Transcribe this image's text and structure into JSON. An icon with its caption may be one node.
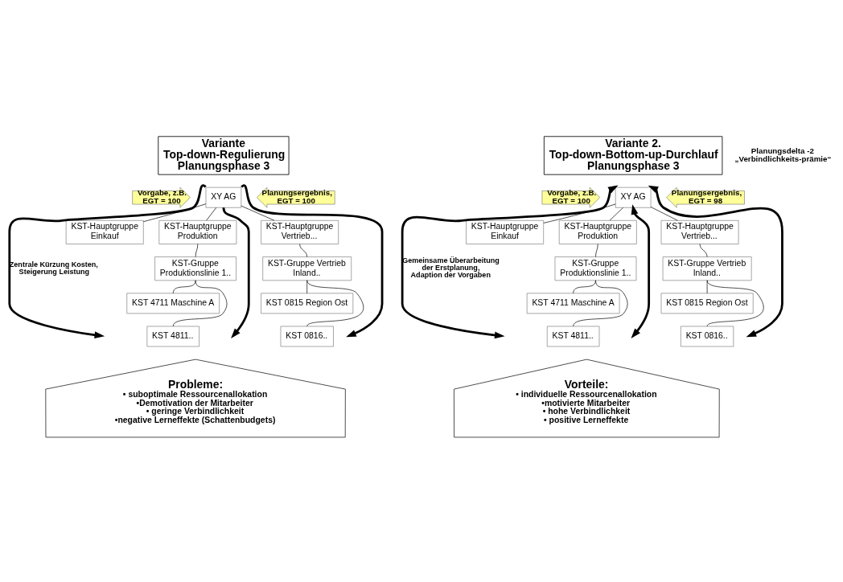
{
  "diagram": {
    "nodes": [
      {
        "text": [
          "Variante Top-down-Regulierung Planungsphase 3"
        ]
      },
      {
        "text": [
          "Vorgabe, z.B. EGT = 100"
        ]
      },
      {
        "text": [
          "XY AG"
        ]
      },
      {
        "text": [
          "Planungsergebnis, EGT = 100"
        ]
      },
      {
        "text": [
          "KST-Hauptgruppe Einkauf"
        ]
      },
      {
        "text": [
          "KST-Hauptgruppe Produktion"
        ]
      },
      {
        "text": [
          "KST-Hauptgruppe Vertrieb..."
        ]
      },
      {
        "text": [
          "KST-Gruppe Produktionslinie 1.."
        ]
      },
      {
        "text": [
          "KST-Gruppe Vertrieb Inland.."
        ]
      },
      {
        "text": [
          "KST 4711 Maschine A"
        ]
      },
      {
        "text": [
          "KST 4811.."
        ]
      },
      {
        "text": [
          "KST 0815 Region Ost"
        ]
      },
      {
        "text": [
          "KST 0816.."
        ]
      },
      {
        "text": [
          "Probleme:",
          "• suboptimale Ressourcenallokation",
          "•Demotivation der Mitarbeiter",
          "• geringe Verbindlichkeit",
          "•negative Lerneffekte (Schattenbudgets)"
        ]
      },
      {
        "text": [
          "Variante 2. Top-down-Bottom-up-Durchlauf Planungsphase 3"
        ]
      },
      {
        "text": [
          "Vorgabe, z.B. EGT = 100"
        ]
      },
      {
        "text": [
          "XY AG"
        ]
      },
      {
        "text": [
          "Planungsergebnis, EGT = 98"
        ]
      },
      {
        "text": [
          "KST-Hauptgruppe Einkauf"
        ]
      },
      {
        "text": [
          "KST-Hauptgruppe Produktion"
        ]
      },
      {
        "text": [
          "KST-Hauptgruppe Vertrieb..."
        ]
      },
      {
        "text": [
          "KST-Gruppe Produktionslinie 1.."
        ]
      },
      {
        "text": [
          "KST-Gruppe Vertrieb Inland.."
        ]
      },
      {
        "text": [
          "KST 4711 Maschine A"
        ]
      },
      {
        "text": [
          "KST 4811.."
        ]
      },
      {
        "text": [
          "KST 0815 Region Ost"
        ]
      },
      {
        "text": [
          "KST 0816.."
        ]
      },
      {
        "text": [
          "Vorteile:",
          "• individuelle Ressourcenallokation",
          "•motivierte Mitarbeiter",
          "• hohe Verbindlichkeit",
          "• positive Lerneffekte"
        ]
      }
    ],
    "edges": [
      {
        "from": 2,
        "to": 4,
        "arrow": "none"
      },
      {
        "from": 2,
        "to": 5,
        "arrow": "none"
      },
      {
        "from": 2,
        "to": 6,
        "arrow": "none"
      },
      {
        "from": 5,
        "to": 7,
        "arrow": "none"
      },
      {
        "from": 6,
        "to": 8,
        "arrow": "none"
      },
      {
        "from": 7,
        "to": 9,
        "arrow": "none"
      },
      {
        "from": 7,
        "to": 10,
        "arrow": "none"
      },
      {
        "from": 8,
        "to": 11,
        "arrow": "none"
      },
      {
        "from": 8,
        "to": 12,
        "arrow": "none"
      },
      {
        "from": 2,
        "to": null,
        "arrow": "to",
        "style": "thick",
        "label": "Zentrale Kürzung Kosten, Steigerung Leistung"
      },
      {
        "from": 2,
        "to": null,
        "arrow": "to",
        "style": "thick"
      },
      {
        "from": 2,
        "to": null,
        "arrow": "to",
        "style": "thick"
      },
      {
        "from": 16,
        "to": 18,
        "arrow": "none"
      },
      {
        "from": 16,
        "to": 19,
        "arrow": "none"
      },
      {
        "from": 16,
        "to": 20,
        "arrow": "none"
      },
      {
        "from": 19,
        "to": 21,
        "arrow": "none"
      },
      {
        "from": 20,
        "to": 22,
        "arrow": "none"
      },
      {
        "from": 21,
        "to": 23,
        "arrow": "none"
      },
      {
        "from": 21,
        "to": 24,
        "arrow": "none"
      },
      {
        "from": 22,
        "to": 25,
        "arrow": "none"
      },
      {
        "from": 22,
        "to": 26,
        "arrow": "none"
      },
      {
        "from": 16,
        "to": null,
        "arrow": "both",
        "style": "thick",
        "label": "Gemeinsame Überarbeitung der Erstplanung, Adaption der Vorgaben"
      },
      {
        "from": 16,
        "to": null,
        "arrow": "both",
        "style": "thick"
      },
      {
        "from": 16,
        "to": null,
        "arrow": "both",
        "style": "thick"
      }
    ],
    "labels": [
      "Planungsdelta -2 „Verbindlichkeits-prämie“"
    ]
  }
}
